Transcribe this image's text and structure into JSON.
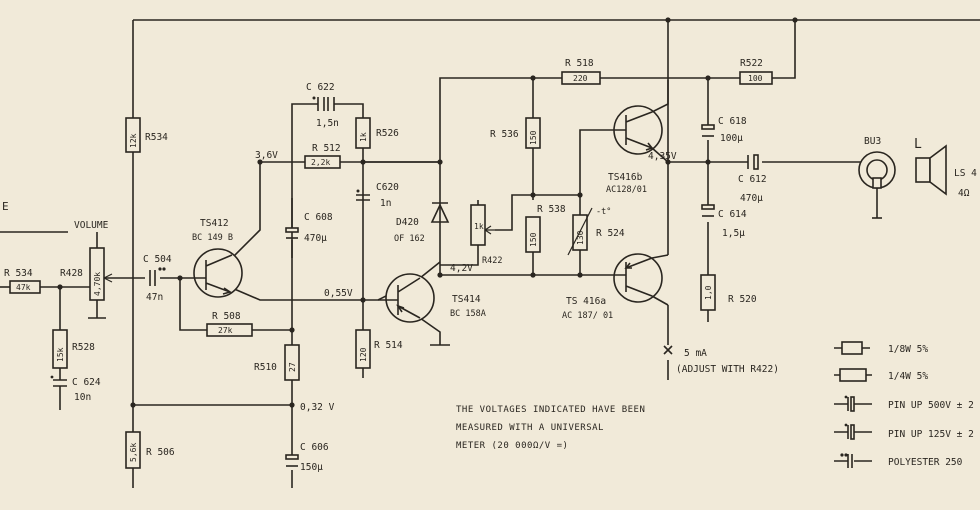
{
  "components": {
    "r534_top": "R534",
    "r534_top_val": "12k",
    "r526": "R526",
    "r526_val": "1k",
    "c622": "C 622",
    "c622_val": "1,5n",
    "r512": "R 512",
    "r512_val": "2,2k",
    "c620": "C620",
    "c620_val": "1n",
    "c608": "C 608",
    "c608_val": "470μ",
    "ts412": "TS412",
    "ts412_type": "BC 149 B",
    "volume": "VOLUME",
    "volume_val": "4,70k",
    "c504": "C 504",
    "c504_val": "47n",
    "r534_left": "R 534",
    "r534_left_val": "47k",
    "r428": "R428",
    "r528": "R528",
    "r528_val": "15k",
    "c624": "C 624",
    "c624_val": "10n",
    "r508": "R 508",
    "r508_val": "27k",
    "r510": "R510",
    "r510_val": "27",
    "r506": "R 506",
    "r506_val": "5,6k",
    "c606": "C 606",
    "c606_val": "150μ",
    "r514": "R 514",
    "r514_val": "120",
    "ts414": "TS414",
    "ts414_type": "BC 158A",
    "d420": "D420",
    "d420_type": "OF 162",
    "r422": "R422",
    "r422_val": "1k",
    "r536": "R 536",
    "r536_val": "150",
    "r538": "R 538",
    "r538_val": "150",
    "r524": "R 524",
    "r524_val": "130",
    "r524_temp": "-t°",
    "r518": "R 518",
    "r518_val": "220",
    "r522": "R522",
    "r522_val": "100",
    "ts416b": "TS416b",
    "ts416b_type": "AC128/01",
    "ts416a": "TS 416a",
    "ts416a_type": "AC 187/ 01",
    "c618": "C 618",
    "c618_val": "100μ",
    "c612": "C 612",
    "c612_val": "470μ",
    "c614": "C 614",
    "c614_val": "1,5μ",
    "r520": "R 520",
    "r520_val": "1,0",
    "bu3": "BU3",
    "speaker_l": "L",
    "ls": "LS 4",
    "ls_val": "4Ω"
  },
  "voltages": {
    "v_3_6": "3,6V",
    "v_0_55": "0,55V",
    "v_4_2": "4,2V",
    "v_4_35": "4,35V",
    "v_0_32": "0,32 V",
    "current_5ma": "5 mA",
    "adjust_note": "(ADJUST WITH R422)"
  },
  "edge_label_e": "E",
  "note_lines": [
    "THE VOLTAGES INDICATED HAVE BEEN",
    "MEASURED WITH A UNIVERSAL",
    "METER  (20 000Ω/V =)"
  ],
  "legend": [
    {
      "symbol": "resistor-small",
      "text": "1/8W 5%"
    },
    {
      "symbol": "resistor-large",
      "text": "1/4W 5%"
    },
    {
      "symbol": "capacitor-electrolytic",
      "text": "PIN UP 500V ± 2"
    },
    {
      "symbol": "capacitor-electrolytic",
      "text": "PIN UP 125V ± 2"
    },
    {
      "symbol": "capacitor-polyester",
      "text": "POLYESTER 250"
    }
  ]
}
